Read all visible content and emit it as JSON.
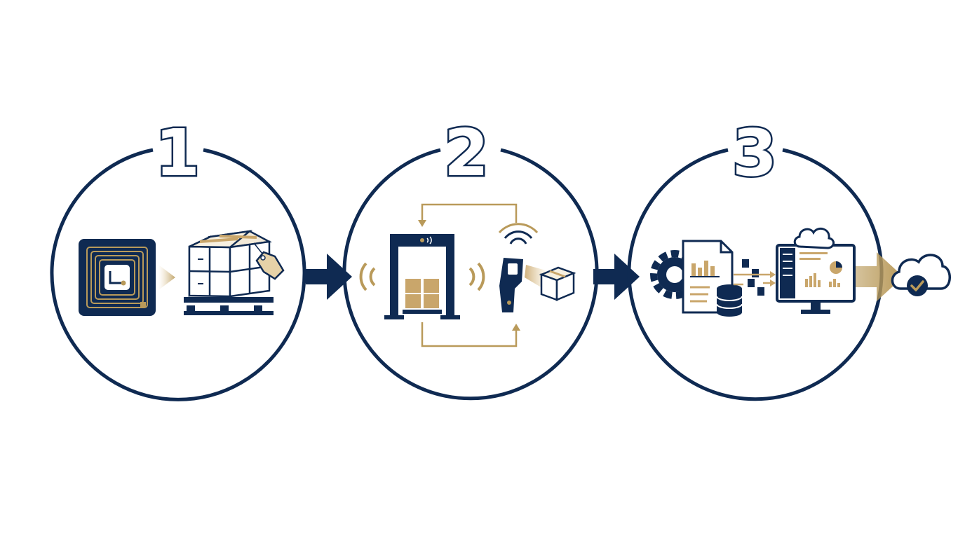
{
  "colors": {
    "navy": "#0f2a52",
    "gold": "#b99a5a",
    "light_gold": "#e6d2a8",
    "box_tan": "#c9a66b",
    "background": "#ffffff"
  },
  "steps": [
    {
      "number": "1",
      "icons": [
        "rfid-tag-icon",
        "pallet-boxes-icon",
        "price-tag-icon"
      ]
    },
    {
      "number": "2",
      "icons": [
        "rfid-gate-reader-icon",
        "handheld-scanner-icon",
        "package-icon",
        "loop-arrows-icon"
      ]
    },
    {
      "number": "3",
      "icons": [
        "gear-icon",
        "report-document-icon",
        "database-icon",
        "data-flow-icon",
        "monitor-dashboard-icon",
        "cloud-icon"
      ]
    }
  ],
  "final_output": {
    "icon": "cloud-check-icon"
  }
}
